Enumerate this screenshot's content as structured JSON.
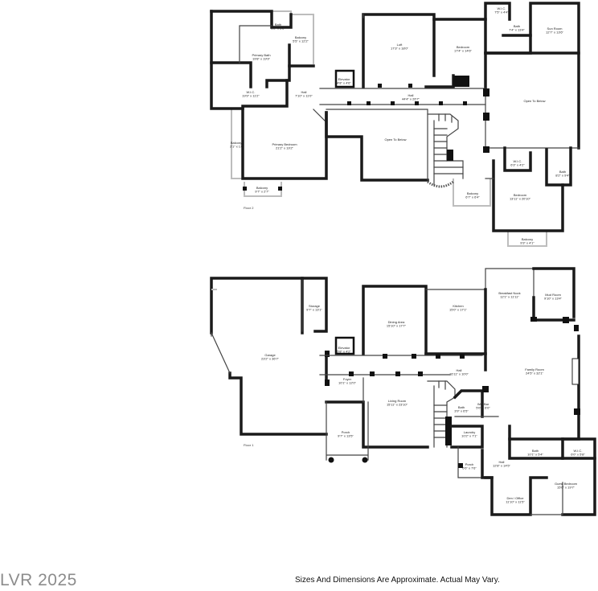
{
  "floor2": {
    "label": "Floor 2",
    "rooms": {
      "bath_a": {
        "name": "Bath",
        "dim": "6'2\" x 5'8\""
      },
      "balcony_a": {
        "name": "Balcony",
        "dim": "5'5\" x 12'2\""
      },
      "primary_bath": {
        "name": "Primary Bath",
        "dim": "19'8\" x 19'9\""
      },
      "wic_a": {
        "name": "W.I.C.",
        "dim": "19'9\" x 11'2\""
      },
      "elevator": {
        "name": "Elevator",
        "dim": "4'8\" x 4'6\""
      },
      "hall_a": {
        "name": "Hall",
        "dim": "7'10\" x 11'0\""
      },
      "loft": {
        "name": "Loft",
        "dim": "17'3\" x 18'0\""
      },
      "bedroom_a": {
        "name": "Bedroom",
        "dim": "17'4\" x 14'6\""
      },
      "wic_b": {
        "name": "W.I.C.",
        "dim": "7'5\" x 4'4\""
      },
      "bath_b": {
        "name": "Bath",
        "dim": "7'4\" x 13'4\""
      },
      "sun_room": {
        "name": "Sun Room",
        "dim": "12'7\" x 13'6\""
      },
      "hall_b": {
        "name": "Hall",
        "dim": "44'4\" x 26'7\""
      },
      "open_below_a": {
        "name": "Open To Below"
      },
      "open_below_b": {
        "name": "Open To Below"
      },
      "balcony_b": {
        "name": "Balcony",
        "dim": "2'1\" x 17'"
      },
      "primary_bedroom": {
        "name": "Primary Bedroom",
        "dim": "21'2\" x 19'2\""
      },
      "balcony_c": {
        "name": "Balcony",
        "dim": "9'7\" x 2'7\""
      },
      "wic_c": {
        "name": "W.I.C.",
        "dim": "6'3\" x 4'2\""
      },
      "bath_c": {
        "name": "Bath",
        "dim": "8'2\" x 9'4\""
      },
      "balcony_d": {
        "name": "Balcony",
        "dim": "6'7\" x 6'4\""
      },
      "bedroom_b": {
        "name": "Bedroom",
        "dim": "13'11\" x 20'10\""
      },
      "balcony_e": {
        "name": "Balcony",
        "dim": "9'3\" x 4'1\""
      }
    }
  },
  "floor1": {
    "label": "Floor 1",
    "rooms": {
      "storage": {
        "name": "Storage",
        "dim": "9'7\" x 13'1\""
      },
      "garage": {
        "name": "Garage",
        "dim": "23'2\" x 36'7\""
      },
      "dining": {
        "name": "Dining Area",
        "dim": "15'10\" x 17'7\""
      },
      "kitchen": {
        "name": "Kitchen",
        "dim": "15'0\" x 17'1\""
      },
      "breakfast": {
        "name": "Breakfast Nook",
        "dim": "12'1\" x 11'11\""
      },
      "mud_room": {
        "name": "Mud Room",
        "dim": "9'10\" x 13'4\""
      },
      "elevator": {
        "name": "Elevator",
        "dim": "5'8\" x 4'2\""
      },
      "foyer": {
        "name": "Foyer",
        "dim": "10'1\" x 12'0\""
      },
      "hall_a": {
        "name": "Hall",
        "dim": "16'11\" x 10'0\""
      },
      "family": {
        "name": "Family Room",
        "dim": "24'5\" x 32'1\""
      },
      "living": {
        "name": "Living Room",
        "dim": "15'11\" x 23'10\""
      },
      "bath_a": {
        "name": "Bath",
        "dim": "3'9\" x 6'5\""
      },
      "wet_bar": {
        "name": "Wet Bar",
        "dim": "5'6\" x 6'0\""
      },
      "porch_a": {
        "name": "Porch",
        "dim": "9'7\" x 13'5\""
      },
      "laundry": {
        "name": "Laundry",
        "dim": "10'2\" x 7'1\""
      },
      "bath_b": {
        "name": "Bath",
        "dim": "10'1\" x 5'4\""
      },
      "wic": {
        "name": "W.I.C.",
        "dim": "6'0\" x 5'8\""
      },
      "porch_b": {
        "name": "Porch",
        "dim": "6'6\" x 7'6\""
      },
      "hall_b": {
        "name": "Hall",
        "dim": "12'8\" x 14'5\""
      },
      "den": {
        "name": "Den / Office",
        "dim": "11'10\" x 11'5\""
      },
      "guest": {
        "name": "Guest Bedroom",
        "dim": "15'6\" x 19'7\""
      }
    }
  },
  "footer": {
    "watermark": "LVR 2025",
    "disclaimer": "Sizes And Dimensions Are Approximate. Actual May Vary."
  }
}
